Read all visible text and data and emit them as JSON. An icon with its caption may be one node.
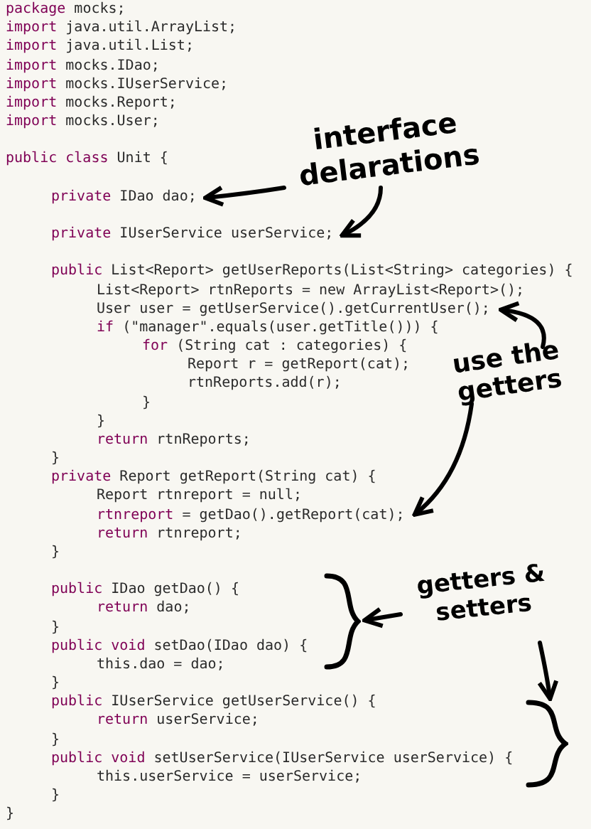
{
  "diagram": {
    "nodes": [
      {
        "text": [
          "interface delarations"
        ]
      },
      {
        "text": [
          "private IDao dao;"
        ]
      },
      {
        "text": [
          "private IUserService userService;"
        ]
      },
      {
        "text": [
          "use the getters"
        ]
      },
      {
        "text": [
          "User user = getUserService().getCurrentUser();"
        ]
      },
      {
        "text": [
          "rtnreport = getDao().getReport(cat);"
        ]
      },
      {
        "text": [
          "getters & setters"
        ]
      },
      {
        "text": [],
        "shape": "brace"
      },
      {
        "text": [],
        "shape": "brace"
      }
    ],
    "edges": [
      {
        "from": 0,
        "to": 1,
        "arrow": "to"
      },
      {
        "from": 0,
        "to": 2,
        "arrow": "to"
      },
      {
        "from": 3,
        "to": 4,
        "arrow": "to"
      },
      {
        "from": 3,
        "to": 5,
        "arrow": "to"
      },
      {
        "from": 6,
        "to": 7,
        "arrow": "to"
      },
      {
        "from": 6,
        "to": 8,
        "arrow": "to"
      }
    ],
    "labels": [
      "package mocks;",
      "import java.util.ArrayList;",
      "import java.util.List;",
      "import mocks.IDao;",
      "import mocks.IUserService;",
      "import mocks.Report;",
      "import mocks.User;",
      "public class Unit {",
      "public List<Report> getUserReports(List<String> categories) {",
      "List<Report> rtnReports = new ArrayList<Report>();",
      "if (\"manager\".equals(user.getTitle())) {",
      "for (String cat : categories) {",
      "Report r = getReport(cat);",
      "rtnReports.add(r);",
      "}",
      "}",
      "return rtnReports;",
      "}",
      "private Report getReport(String cat) {",
      "Report rtnreport = null;",
      "return rtnreport;",
      "}",
      "public IDao getDao() {",
      "return dao;",
      "}",
      "public void setDao(IDao dao) {",
      "this.dao = dao;",
      "}",
      "public IUserService getUserService() {",
      "return userService;",
      "}",
      "public void setUserService(IUserService userService) {",
      "this.userService = userService;",
      "}",
      "}"
    ]
  }
}
